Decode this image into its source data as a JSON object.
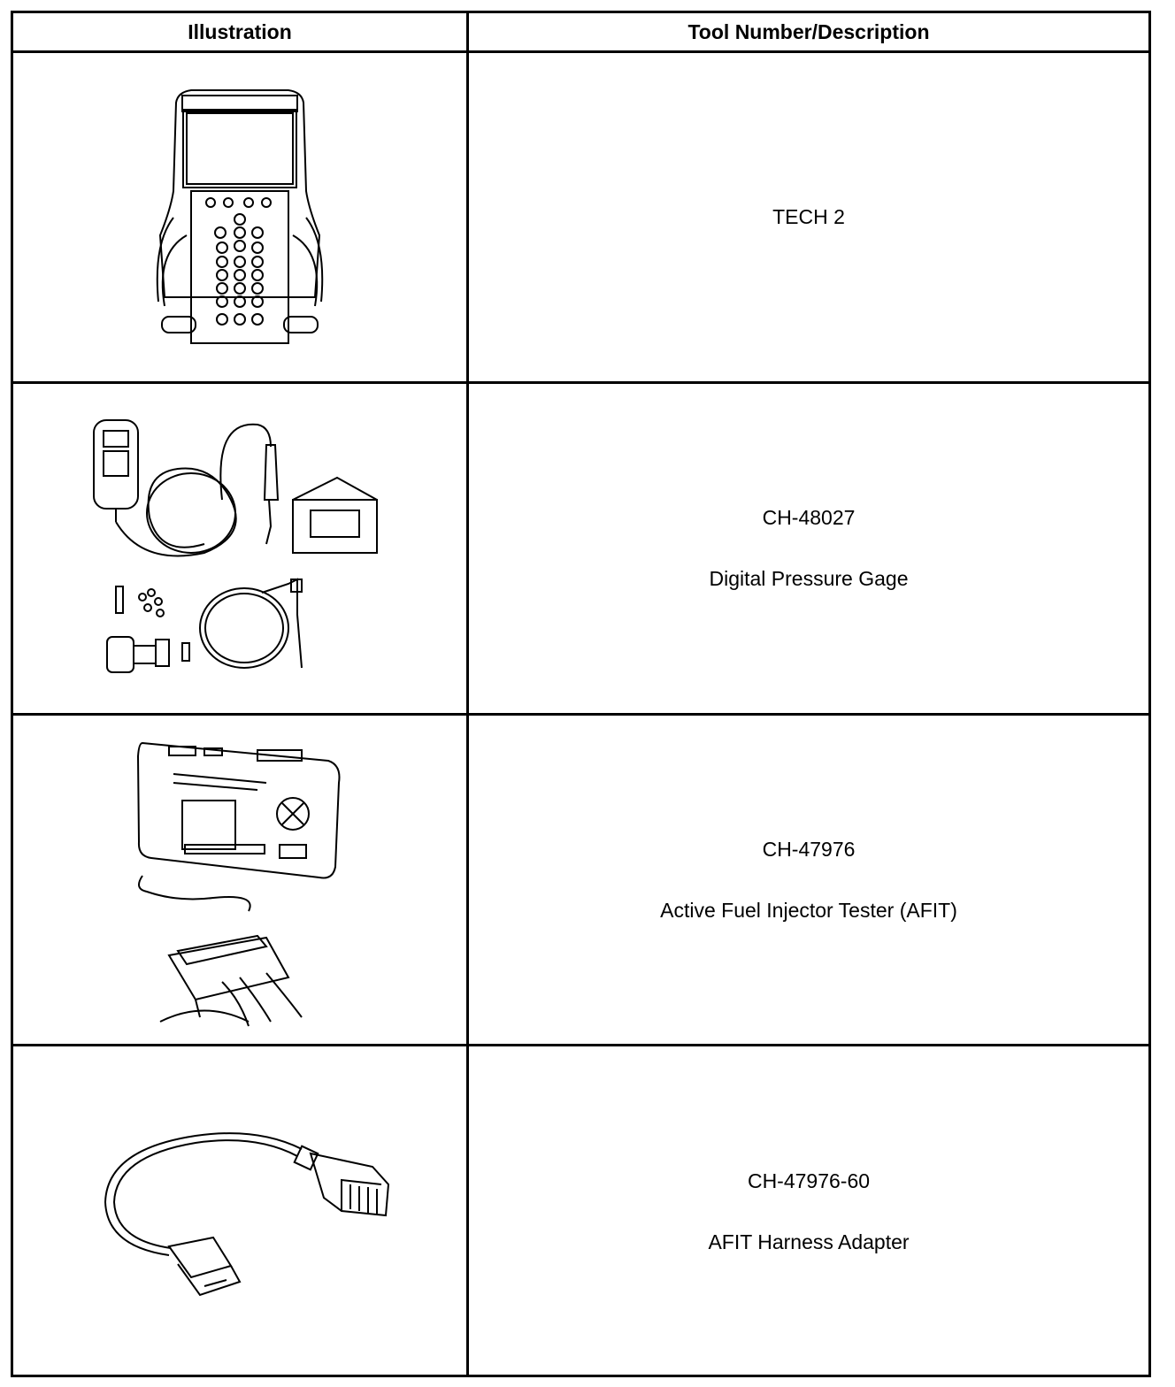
{
  "table": {
    "headers": {
      "illustration": "Illustration",
      "tool": "Tool Number/Description"
    },
    "rows": [
      {
        "number": "TECH 2",
        "description": ""
      },
      {
        "number": "CH-48027",
        "description": "Digital Pressure Gage"
      },
      {
        "number": "CH-47976",
        "description": "Active Fuel Injector Tester (AFIT)"
      },
      {
        "number": "CH-47976-60",
        "description": "AFIT Harness Adapter"
      }
    ]
  }
}
